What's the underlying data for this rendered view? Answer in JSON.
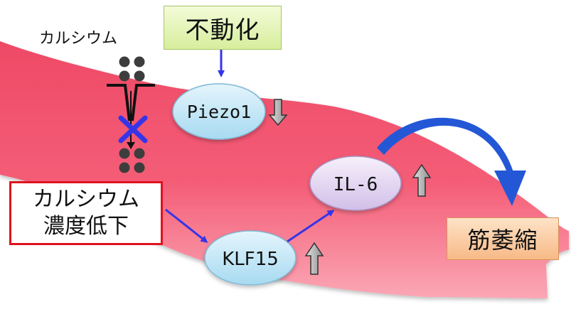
{
  "labels": {
    "calcium_top": "カルシウム",
    "immobilization": "不動化",
    "calcium_box_line1": "カルシウム",
    "calcium_box_line2": "濃度低下",
    "muscle_atrophy": "筋萎縮"
  },
  "nodes": {
    "piezo1": "Piezo1",
    "il6": "IL-6",
    "klf15": "KLF15"
  },
  "regulation": {
    "piezo1": "down",
    "il6": "up",
    "klf15": "up"
  },
  "colors": {
    "muscle": "#f2546f",
    "arrow_blue": "#3535e8",
    "curve_blue": "#2457d6",
    "ellipse_blue": "#bfe6f6",
    "ellipse_purple": "#e7daf3",
    "box_border_red": "#e0121e"
  }
}
